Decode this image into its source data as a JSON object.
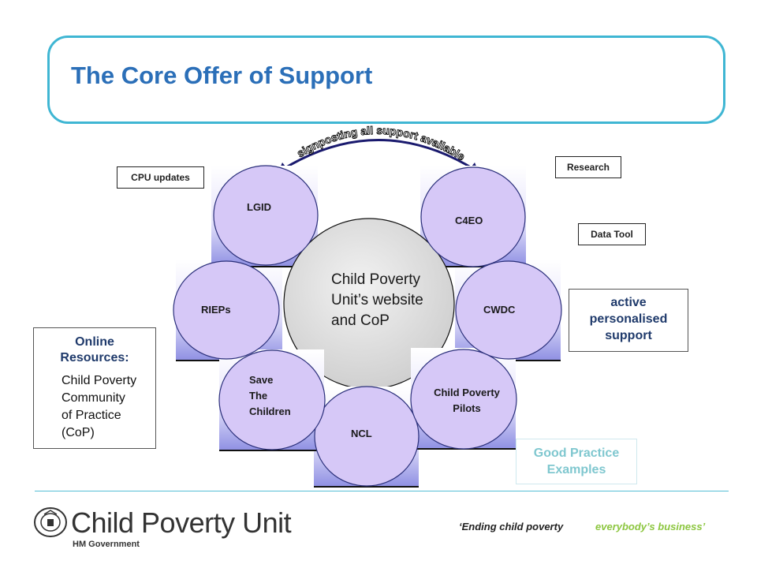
{
  "title": "The Core Offer of Support",
  "arc_label": "signposting all support available",
  "center": {
    "lines": [
      "Child Poverty",
      "Unit’s website",
      "and CoP"
    ]
  },
  "nodes": {
    "lgid": "LGID",
    "c4eo": "C4EO",
    "rieps": "RIEPs",
    "cwdc": "CWDC",
    "save_the_children": [
      "Save",
      "The",
      "Children"
    ],
    "ncl": "NCL",
    "child_poverty_pilots": [
      "Child Poverty",
      "Pilots"
    ]
  },
  "tags": {
    "cpu_updates": "CPU updates",
    "research": "Research",
    "data_tool": "Data Tool"
  },
  "online_resources": {
    "title_lines": [
      "Online",
      "Resources:"
    ],
    "items": [
      "Child Poverty",
      "Community",
      "of Practice",
      "(CoP)"
    ]
  },
  "active_support": [
    "active",
    "personalised",
    "support"
  ],
  "good_practice": [
    "Good Practice",
    "Examples"
  ],
  "footer": {
    "logo_name": "Child Poverty Unit",
    "logo_sub": "HM Government",
    "tagline_part1": "‘Ending child poverty",
    "tagline_part2": "everybody’s business’"
  },
  "colors": {
    "title": "#2b6fb8",
    "frame": "#3fb6d3",
    "node_fill": "#d6c8f7",
    "node_stroke": "#2a2f7a",
    "square_fill": "#9a9ce6",
    "good_practice": "#7fc7cf",
    "tagline_accent": "#8cc63f"
  }
}
